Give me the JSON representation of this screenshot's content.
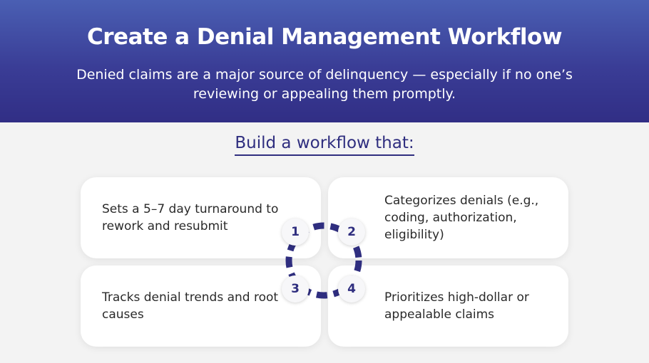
{
  "header": {
    "title": "Create a Denial Management Workflow",
    "subtitle": "Denied claims are a major source of delinquency — especially if no one’s reviewing or appealing them promptly."
  },
  "section_heading": "Build a workflow that:",
  "steps": [
    {
      "number": "1",
      "text": "Sets a 5–7 day turnaround to rework and resubmit"
    },
    {
      "number": "2",
      "text": "Categorizes denials (e.g., coding, authorization, eligibility)"
    },
    {
      "number": "3",
      "text": "Tracks denial trends and root causes"
    },
    {
      "number": "4",
      "text": "Prioritizes high-dollar or appealable claims"
    }
  ],
  "colors": {
    "header_gradient_top": "#4a5fb3",
    "header_gradient_bottom": "#312e85",
    "accent": "#2f2e7f",
    "background": "#f3f3f3",
    "card": "#ffffff"
  }
}
